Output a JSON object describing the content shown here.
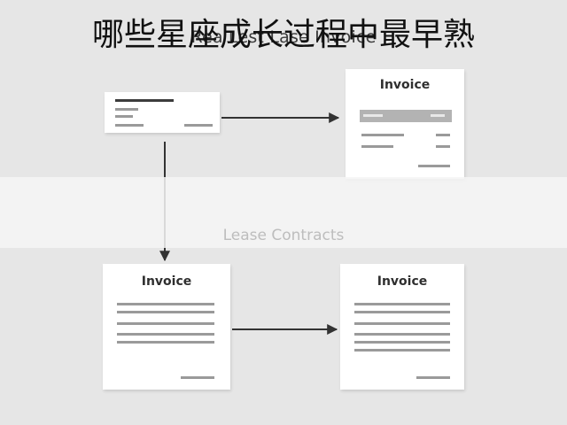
{
  "diagram": {
    "title": "Rea Lest Lase Invoice",
    "middle_label": "Lease Contracts",
    "documents": {
      "top_right": {
        "heading": "Invoice"
      },
      "bottom_left": {
        "heading": "Invoice"
      },
      "bottom_right": {
        "heading": "Invoice"
      }
    }
  },
  "overlay": {
    "caption": "哪些星座成长过程中最早熟"
  },
  "colors": {
    "background": "#e6e6e6",
    "document": "#ffffff",
    "arrow": "#333333",
    "banner": "#f5f5f5"
  }
}
